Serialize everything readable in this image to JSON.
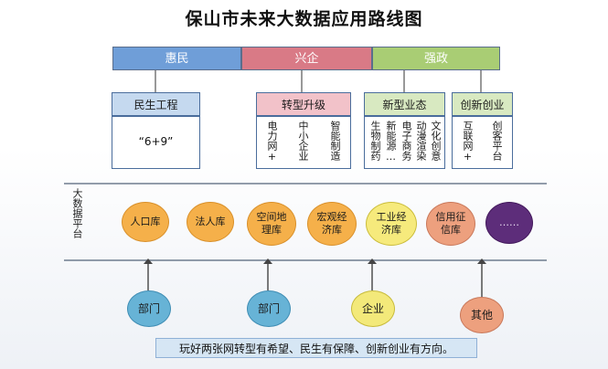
{
  "title": "保山市未来大数据应用路线图",
  "bands": [
    {
      "label": "惠民",
      "color": "#6f9ed8"
    },
    {
      "label": "兴企",
      "color": "#d97a86"
    },
    {
      "label": "强政",
      "color": "#a9cd74"
    }
  ],
  "minsheng": {
    "title": "民生工程",
    "content": "“6+9”"
  },
  "zhuanxing": {
    "title": "转型升级",
    "columns": [
      "电力网+",
      "中小企业",
      "智能制造"
    ]
  },
  "xinxing": {
    "title": "新型业态",
    "columns": [
      "生物制药",
      "新能源…",
      "电子商务",
      "动漫渲染",
      "文化创意"
    ]
  },
  "chuangxin": {
    "title": "创新创业",
    "columns": [
      "互联网+",
      "创客平台"
    ]
  },
  "platform": {
    "label": "大数据平台",
    "nodes": [
      "人口库",
      "法人库",
      "空间地理库",
      "宏观经济库",
      "工业经济库",
      "信用征信库",
      "……"
    ]
  },
  "consumers": [
    "部门",
    "部门",
    "企业",
    "其他"
  ],
  "footer": "玩好两张网转型有希望、民生有保障、创新创业有方向。"
}
